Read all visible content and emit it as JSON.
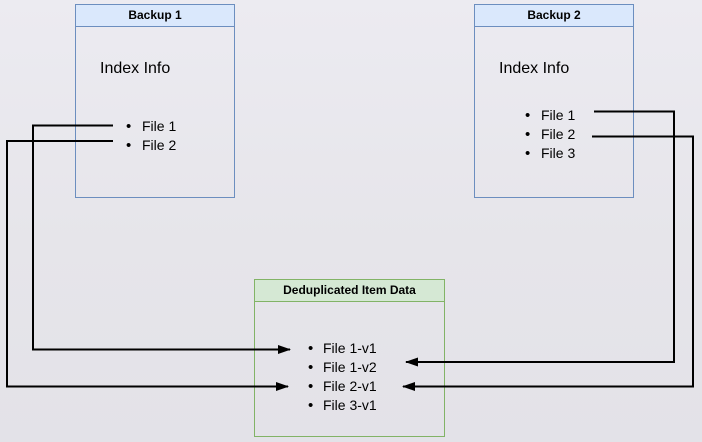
{
  "backup1": {
    "title": "Backup 1",
    "index_label": "Index Info",
    "files": [
      "File 1",
      "File 2"
    ]
  },
  "backup2": {
    "title": "Backup 2",
    "index_label": "Index Info",
    "files": [
      "File 1",
      "File 2",
      "File 3"
    ]
  },
  "dedup": {
    "title": "Deduplicated Item Data",
    "items": [
      "File 1-v1",
      "File 1-v2",
      "File 2-v1",
      "File 3-v1"
    ]
  },
  "connections": [
    {
      "from": "Backup 1 / File 1",
      "to": "File 1-v1"
    },
    {
      "from": "Backup 1 / File 2",
      "to": "File 2-v1"
    },
    {
      "from": "Backup 2 / File 1",
      "to": "File 1-v2"
    },
    {
      "from": "Backup 2 / File 2",
      "to": "File 2-v1"
    }
  ],
  "colors": {
    "backup_header_fill": "#dae8fc",
    "backup_border": "#6c8ebf",
    "dedup_header_fill": "#d5e8d4",
    "dedup_border": "#82b366",
    "connector": "#000000",
    "background": "#e8e7ed"
  }
}
